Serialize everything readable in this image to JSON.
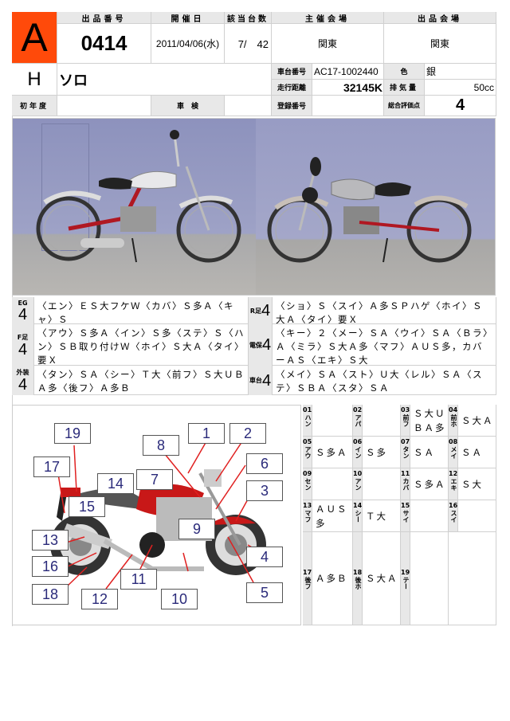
{
  "header": {
    "grade": "A",
    "lot_number_label": "出品番号",
    "lot_number": "0414",
    "auction_date_label": "開催日",
    "auction_date": "2011/04/06(水)",
    "count_label": "該当台数",
    "count": "7/　42",
    "host_venue_label": "主催会場",
    "host_venue": "関東",
    "listing_venue_label": "出品会場",
    "listing_venue": "関東",
    "maker": "H",
    "model": "ソロ",
    "frame_no_label": "車台番号",
    "frame_no": "AC17-1002440",
    "color_label": "色",
    "color": "銀",
    "mileage_label": "走行距離",
    "mileage": "32145K",
    "displacement_label": "排気量",
    "displacement": "50cc",
    "first_year_label": "初年度",
    "first_year": "",
    "inspection_label": "車　検",
    "inspection": "",
    "reg_no_label": "登録番号",
    "reg_no": "",
    "overall_score_label": "総合評価点",
    "overall_score": "4"
  },
  "photo": {
    "left_alt": "motorcycle-left-side",
    "right_alt": "motorcycle-right-side"
  },
  "inspection": [
    {
      "label": "EG",
      "score": "4",
      "text": "〈エン〉ＥＳ大フケＷ〈カバ〉Ｓ多Ａ〈キャ〉Ｓ"
    },
    {
      "label": "R足",
      "score": "4",
      "text": "〈ショ〉Ｓ〈スイ〉Ａ多ＳＰハゲ〈ホイ〉Ｓ大Ａ〈タイ〉要Ｘ"
    },
    {
      "label": "F足",
      "score": "4",
      "text": "〈アウ〉Ｓ多Ａ〈イン〉Ｓ多〈ステ〉Ｓ〈ハン〉ＳＢ取り付けＷ〈ホイ〉Ｓ大Ａ〈タイ〉要Ｘ"
    },
    {
      "label": "電保",
      "score": "4",
      "text": "〈キー〉２〈メー〉ＳＡ〈ウイ〉ＳＡ〈Ｂラ〉Ａ〈ミラ〉Ｓ大Ａ多〈マフ〉ＡＵＳ多，カバーＡＳ〈エキ〉Ｓ大"
    },
    {
      "label": "外装",
      "score": "4",
      "text": "〈タン〉ＳＡ〈シー〉Ｔ大〈前フ〉Ｓ大ＵＢＡ多〈後フ〉Ａ多Ｂ"
    },
    {
      "label": "車台",
      "score": "4",
      "text": "〈メイ〉ＳＡ〈スト〉Ｕ大〈レル〉ＳＡ〈ステ〉ＳＢＡ〈スタ〉ＳＡ"
    }
  ],
  "diagram": {
    "labels": [
      "1",
      "2",
      "3",
      "4",
      "5",
      "6",
      "7",
      "8",
      "9",
      "10",
      "11",
      "12",
      "13",
      "14",
      "15",
      "16",
      "17",
      "18",
      "19"
    ]
  },
  "parts": [
    {
      "no": "01",
      "name": "ハン",
      "value": ""
    },
    {
      "no": "02",
      "name": "アパ",
      "value": ""
    },
    {
      "no": "03",
      "name": "前フ",
      "value": "Ｓ大ＵＢＡ多"
    },
    {
      "no": "04",
      "name": "前ホ",
      "value": "Ｓ大Ａ"
    },
    {
      "no": "05",
      "name": "アウ",
      "value": "Ｓ多Ａ"
    },
    {
      "no": "06",
      "name": "イン",
      "value": "Ｓ多"
    },
    {
      "no": "07",
      "name": "タン",
      "value": "ＳＡ"
    },
    {
      "no": "08",
      "name": "メイ",
      "value": "ＳＡ"
    },
    {
      "no": "09",
      "name": "セン",
      "value": ""
    },
    {
      "no": "10",
      "name": "アン",
      "value": ""
    },
    {
      "no": "11",
      "name": "カバ",
      "value": "Ｓ多Ａ"
    },
    {
      "no": "12",
      "name": "エキ",
      "value": "Ｓ大"
    },
    {
      "no": "13",
      "name": "マフ",
      "value": "ＡＵＳ多"
    },
    {
      "no": "14",
      "name": "シー",
      "value": "Ｔ大"
    },
    {
      "no": "15",
      "name": "サイ",
      "value": ""
    },
    {
      "no": "16",
      "name": "スイ",
      "value": ""
    },
    {
      "no": "17",
      "name": "後フ",
      "value": "Ａ多Ｂ"
    },
    {
      "no": "18",
      "name": "後ホ",
      "value": "Ｓ大Ａ"
    },
    {
      "no": "19",
      "name": "テー",
      "value": ""
    }
  ],
  "colors": {
    "grade_bg": "#ff4a0a",
    "label_bg": "#e8e8e8",
    "border": "#d0d0d0",
    "diagram_line": "#e02020",
    "diagram_text": "#2a2a7a"
  }
}
